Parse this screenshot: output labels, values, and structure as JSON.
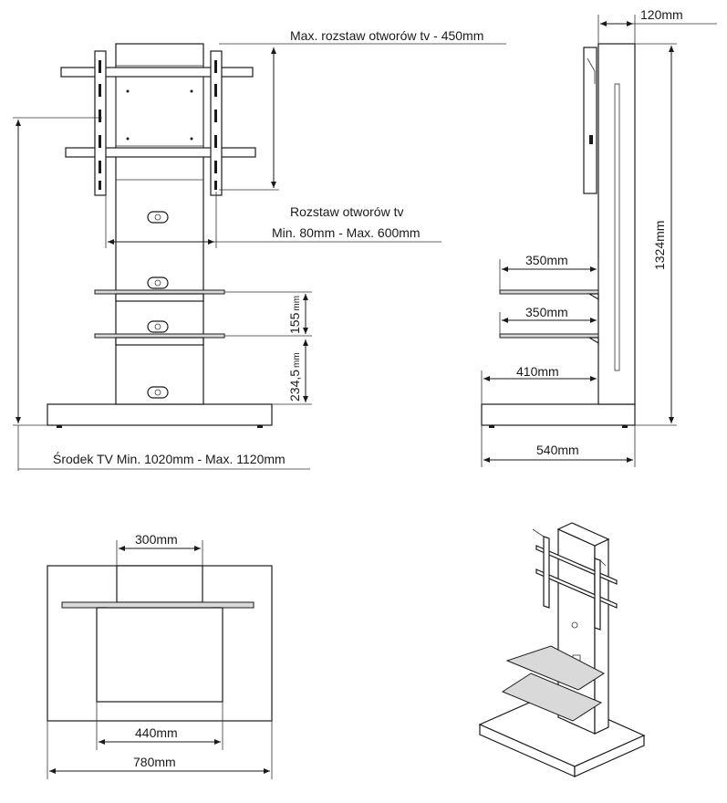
{
  "front_view": {
    "max_vesa_label": "Max. rozstaw otworów tv - 450mm",
    "vesa_range_title": "Rozstaw otworów tv",
    "vesa_range_values": "Min. 80mm - Max. 600mm",
    "shelf_gap_value": "155",
    "shelf_gap_unit": "mm",
    "lower_gap_value": "234,5",
    "lower_gap_unit": "mm",
    "tv_center_label": "Środek TV Min. 1020mm - Max. 1120mm"
  },
  "side_view": {
    "depth_top": "120mm",
    "height": "1324mm",
    "shelf_top_depth": "350mm",
    "shelf_bottom_depth": "350mm",
    "post_offset": "410mm",
    "base_depth": "540mm"
  },
  "top_view": {
    "column_width": "300mm",
    "shelf_width": "440mm",
    "base_width": "780mm"
  }
}
